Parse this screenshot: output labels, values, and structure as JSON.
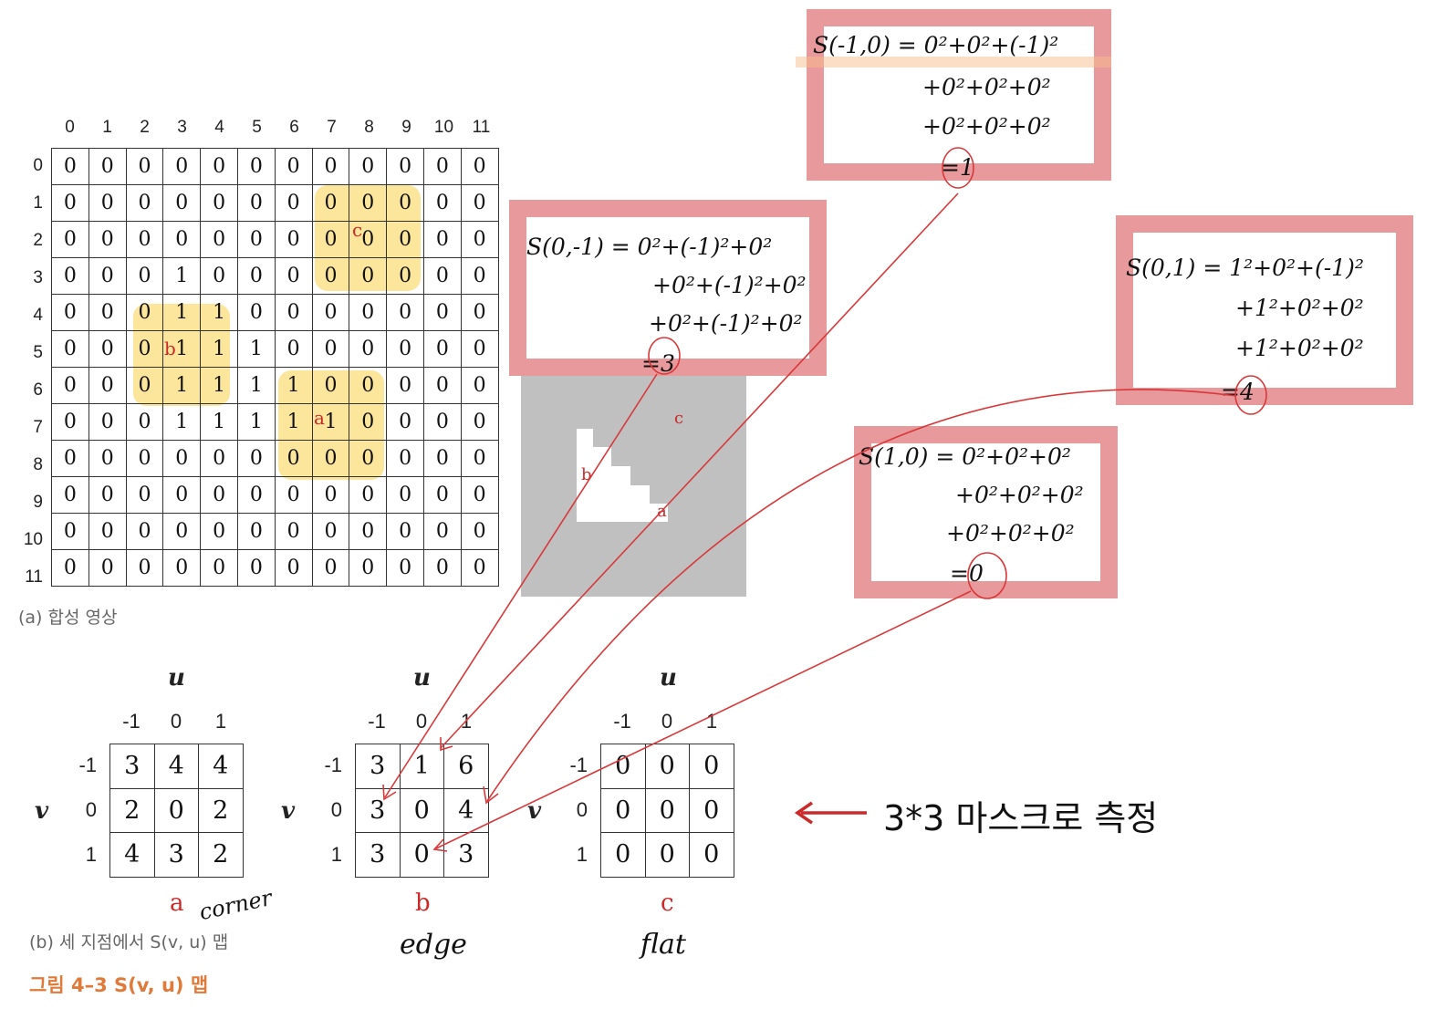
{
  "figure": {
    "col_headers": [
      "0",
      "1",
      "2",
      "3",
      "4",
      "5",
      "6",
      "7",
      "8",
      "9",
      "10",
      "11"
    ],
    "row_headers": [
      "0",
      "1",
      "2",
      "3",
      "4",
      "5",
      "6",
      "7",
      "8",
      "9",
      "10",
      "11"
    ],
    "grid": [
      [
        "0",
        "0",
        "0",
        "0",
        "0",
        "0",
        "0",
        "0",
        "0",
        "0",
        "0",
        "0"
      ],
      [
        "0",
        "0",
        "0",
        "0",
        "0",
        "0",
        "0",
        "0",
        "0",
        "0",
        "0",
        "0"
      ],
      [
        "0",
        "0",
        "0",
        "0",
        "0",
        "0",
        "0",
        "0",
        "0",
        "0",
        "0",
        "0"
      ],
      [
        "0",
        "0",
        "0",
        "1",
        "0",
        "0",
        "0",
        "0",
        "0",
        "0",
        "0",
        "0"
      ],
      [
        "0",
        "0",
        "0",
        "1",
        "1",
        "0",
        "0",
        "0",
        "0",
        "0",
        "0",
        "0"
      ],
      [
        "0",
        "0",
        "0",
        "1",
        "1",
        "1",
        "0",
        "0",
        "0",
        "0",
        "0",
        "0"
      ],
      [
        "0",
        "0",
        "0",
        "1",
        "1",
        "1",
        "1",
        "0",
        "0",
        "0",
        "0",
        "0"
      ],
      [
        "0",
        "0",
        "0",
        "1",
        "1",
        "1",
        "1",
        "1",
        "0",
        "0",
        "0",
        "0"
      ],
      [
        "0",
        "0",
        "0",
        "0",
        "0",
        "0",
        "0",
        "0",
        "0",
        "0",
        "0",
        "0"
      ],
      [
        "0",
        "0",
        "0",
        "0",
        "0",
        "0",
        "0",
        "0",
        "0",
        "0",
        "0",
        "0"
      ],
      [
        "0",
        "0",
        "0",
        "0",
        "0",
        "0",
        "0",
        "0",
        "0",
        "0",
        "0",
        "0"
      ],
      [
        "0",
        "0",
        "0",
        "0",
        "0",
        "0",
        "0",
        "0",
        "0",
        "0",
        "0",
        "0"
      ]
    ],
    "point_labels": {
      "a": "a",
      "b": "b",
      "c": "c"
    },
    "caption_a": "(a) 합성 영상",
    "caption_b": "(b) 세 지점에서 S(v, u) 맵",
    "figure_title": "그림 4–3 S(v, u) 맵"
  },
  "maps": {
    "u_label": "u",
    "v_label": "v",
    "offsets": [
      "-1",
      "0",
      "1"
    ],
    "a": {
      "name": "a",
      "note": "corner",
      "values": [
        [
          "3",
          "4",
          "4"
        ],
        [
          "2",
          "0",
          "2"
        ],
        [
          "4",
          "3",
          "2"
        ]
      ]
    },
    "b": {
      "name": "b",
      "note": "edge",
      "values": [
        [
          "3",
          "1",
          "6"
        ],
        [
          "3",
          "0",
          "4"
        ],
        [
          "3",
          "0",
          "3"
        ]
      ]
    },
    "c": {
      "name": "c",
      "note": "flat",
      "values": [
        [
          "0",
          "0",
          "0"
        ],
        [
          "0",
          "0",
          "0"
        ],
        [
          "0",
          "0",
          "0"
        ]
      ]
    }
  },
  "note_boxes": {
    "box1": {
      "l1": "S(-1,0) = 0²+0²+(-1)²",
      "l2": "+0²+0²+0²",
      "l3": "+0²+0²+0²",
      "res": "=1"
    },
    "box2": {
      "l1": "S(0,-1) = 0²+(-1)²+0²",
      "l2": "+0²+(-1)²+0²",
      "l3": "+0²+(-1)²+0²",
      "res": "=3"
    },
    "box3": {
      "l1": "S(0,1) = 1²+0²+(-1)²",
      "l2": "+1²+0²+0²",
      "l3": "+1²+0²+0²",
      "res": "=4"
    },
    "box4": {
      "l1": "S(1,0) = 0²+0²+0²",
      "l2": "+0²+0²+0²",
      "l3": "+0²+0²+0²",
      "res": "=0"
    }
  },
  "annotation": {
    "text": "3*3 마스크로 측정"
  },
  "colors": {
    "accent_red": "#cc2a2a",
    "box_pink": "#e8999b",
    "highlight": "#fad65f",
    "gray_image": "#c0c0c0"
  }
}
